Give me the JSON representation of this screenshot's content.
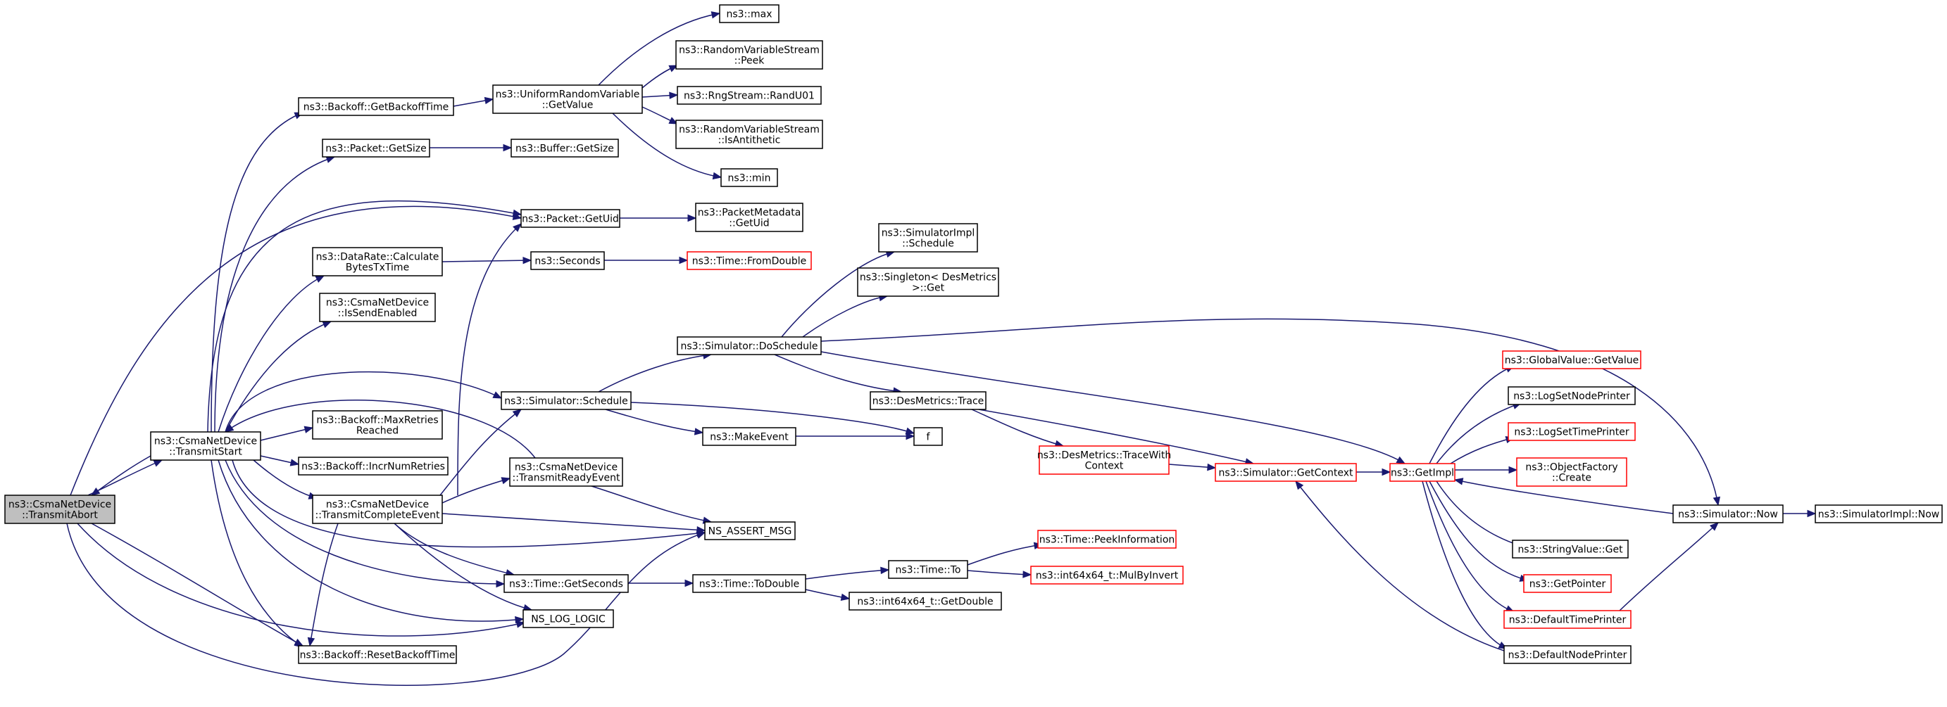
{
  "colors": {
    "edge": "#191970",
    "border_normal": "#000000",
    "border_truncated": "#ff0000",
    "root_fill": "#bfbfbf",
    "node_fill": "#ffffff"
  },
  "nodes": [
    {
      "id": "transmit_abort",
      "lines": [
        "ns3::CsmaNetDevice",
        "::TransmitAbort"
      ],
      "style": "root"
    },
    {
      "id": "transmit_start",
      "lines": [
        "ns3::CsmaNetDevice",
        "::TransmitStart"
      ],
      "style": "normal"
    },
    {
      "id": "get_backoff_time",
      "lines": [
        "ns3::Backoff::GetBackoffTime"
      ],
      "style": "normal"
    },
    {
      "id": "packet_get_size",
      "lines": [
        "ns3::Packet::GetSize"
      ],
      "style": "normal"
    },
    {
      "id": "packet_get_uid",
      "lines": [
        "ns3::Packet::GetUid"
      ],
      "style": "normal"
    },
    {
      "id": "calc_bytes_tx",
      "lines": [
        "ns3::DataRate::Calculate",
        "BytesTxTime"
      ],
      "style": "normal"
    },
    {
      "id": "is_send_enabled",
      "lines": [
        "ns3::CsmaNetDevice",
        "::IsSendEnabled"
      ],
      "style": "normal"
    },
    {
      "id": "sim_schedule",
      "lines": [
        "ns3::Simulator::Schedule"
      ],
      "style": "normal"
    },
    {
      "id": "max_retries",
      "lines": [
        "ns3::Backoff::MaxRetries",
        "Reached"
      ],
      "style": "normal"
    },
    {
      "id": "incr_num_retries",
      "lines": [
        "ns3::Backoff::IncrNumRetries"
      ],
      "style": "normal"
    },
    {
      "id": "transmit_complete",
      "lines": [
        "ns3::CsmaNetDevice",
        "::TransmitCompleteEvent"
      ],
      "style": "normal"
    },
    {
      "id": "transmit_ready",
      "lines": [
        "ns3::CsmaNetDevice",
        "::TransmitReadyEvent"
      ],
      "style": "normal"
    },
    {
      "id": "ns_assert_msg",
      "lines": [
        "NS_ASSERT_MSG"
      ],
      "style": "normal"
    },
    {
      "id": "time_get_seconds",
      "lines": [
        "ns3::Time::GetSeconds"
      ],
      "style": "normal"
    },
    {
      "id": "ns_log_logic",
      "lines": [
        "NS_LOG_LOGIC"
      ],
      "style": "normal"
    },
    {
      "id": "reset_backoff",
      "lines": [
        "ns3::Backoff::ResetBackoffTime"
      ],
      "style": "normal"
    },
    {
      "id": "uniform_get_value",
      "lines": [
        "ns3::UniformRandomVariable",
        "::GetValue"
      ],
      "style": "normal"
    },
    {
      "id": "ns3_max",
      "lines": [
        "ns3::max"
      ],
      "style": "normal"
    },
    {
      "id": "rvs_peek",
      "lines": [
        "ns3::RandomVariableStream",
        "::Peek"
      ],
      "style": "normal"
    },
    {
      "id": "rand_u01",
      "lines": [
        "ns3::RngStream::RandU01"
      ],
      "style": "normal"
    },
    {
      "id": "rvs_is_antithetic",
      "lines": [
        "ns3::RandomVariableStream",
        "::IsAntithetic"
      ],
      "style": "normal"
    },
    {
      "id": "ns3_min",
      "lines": [
        "ns3::min"
      ],
      "style": "normal"
    },
    {
      "id": "buffer_get_size",
      "lines": [
        "ns3::Buffer::GetSize"
      ],
      "style": "normal"
    },
    {
      "id": "metadata_get_uid",
      "lines": [
        "ns3::PacketMetadata",
        "::GetUid"
      ],
      "style": "normal"
    },
    {
      "id": "ns3_seconds",
      "lines": [
        "ns3::Seconds"
      ],
      "style": "normal"
    },
    {
      "id": "time_from_double",
      "lines": [
        "ns3::Time::FromDouble"
      ],
      "style": "truncated"
    },
    {
      "id": "sim_do_schedule",
      "lines": [
        "ns3::Simulator::DoSchedule"
      ],
      "style": "normal"
    },
    {
      "id": "make_event",
      "lines": [
        "ns3::MakeEvent"
      ],
      "style": "normal"
    },
    {
      "id": "time_to_double",
      "lines": [
        "ns3::Time::ToDouble"
      ],
      "style": "normal"
    },
    {
      "id": "simimpl_schedule",
      "lines": [
        "ns3::SimulatorImpl",
        "::Schedule"
      ],
      "style": "normal"
    },
    {
      "id": "singleton_get",
      "lines": [
        "ns3::Singleton< DesMetrics",
        " >::Get"
      ],
      "style": "normal"
    },
    {
      "id": "desmetrics_trace",
      "lines": [
        "ns3::DesMetrics::Trace"
      ],
      "style": "normal"
    },
    {
      "id": "f",
      "lines": [
        "f"
      ],
      "style": "normal"
    },
    {
      "id": "desmetrics_trace_ctx",
      "lines": [
        "ns3::DesMetrics::TraceWith",
        "Context"
      ],
      "style": "truncated"
    },
    {
      "id": "time_to",
      "lines": [
        "ns3::Time::To"
      ],
      "style": "normal"
    },
    {
      "id": "int64_get_double",
      "lines": [
        "ns3::int64x64_t::GetDouble"
      ],
      "style": "normal"
    },
    {
      "id": "time_peek_info",
      "lines": [
        "ns3::Time::PeekInformation"
      ],
      "style": "truncated"
    },
    {
      "id": "mul_by_invert",
      "lines": [
        "ns3::int64x64_t::MulByInvert"
      ],
      "style": "truncated"
    },
    {
      "id": "sim_get_context",
      "lines": [
        "ns3::Simulator::GetContext"
      ],
      "style": "truncated"
    },
    {
      "id": "get_impl",
      "lines": [
        "ns3::GetImpl"
      ],
      "style": "truncated"
    },
    {
      "id": "globalvalue_get_value",
      "lines": [
        "ns3::GlobalValue::GetValue"
      ],
      "style": "truncated"
    },
    {
      "id": "log_set_node_printer",
      "lines": [
        "ns3::LogSetNodePrinter"
      ],
      "style": "normal"
    },
    {
      "id": "log_set_time_printer",
      "lines": [
        "ns3::LogSetTimePrinter"
      ],
      "style": "truncated"
    },
    {
      "id": "objectfactory_create",
      "lines": [
        "ns3::ObjectFactory",
        "::Create"
      ],
      "style": "truncated"
    },
    {
      "id": "stringvalue_get",
      "lines": [
        "ns3::StringValue::Get"
      ],
      "style": "normal"
    },
    {
      "id": "get_pointer",
      "lines": [
        "ns3::GetPointer"
      ],
      "style": "truncated"
    },
    {
      "id": "default_time_printer",
      "lines": [
        "ns3::DefaultTimePrinter"
      ],
      "style": "truncated"
    },
    {
      "id": "default_node_printer",
      "lines": [
        "ns3::DefaultNodePrinter"
      ],
      "style": "normal"
    },
    {
      "id": "sim_now",
      "lines": [
        "ns3::Simulator::Now"
      ],
      "style": "normal"
    },
    {
      "id": "simimpl_now",
      "lines": [
        "ns3::SimulatorImpl::Now"
      ],
      "style": "normal"
    }
  ],
  "edges": [
    {
      "from": "transmit_abort",
      "to": "transmit_start"
    },
    {
      "from": "transmit_abort",
      "to": "packet_get_uid"
    },
    {
      "from": "transmit_abort",
      "to": "reset_backoff"
    },
    {
      "from": "transmit_abort",
      "to": "ns_log_logic"
    },
    {
      "from": "transmit_abort",
      "to": "ns_assert_msg"
    },
    {
      "from": "transmit_start",
      "to": "transmit_abort"
    },
    {
      "from": "transmit_start",
      "to": "get_backoff_time"
    },
    {
      "from": "transmit_start",
      "to": "packet_get_size"
    },
    {
      "from": "transmit_start",
      "to": "packet_get_uid"
    },
    {
      "from": "transmit_start",
      "to": "calc_bytes_tx"
    },
    {
      "from": "transmit_start",
      "to": "is_send_enabled"
    },
    {
      "from": "transmit_start",
      "to": "sim_schedule"
    },
    {
      "from": "transmit_start",
      "to": "max_retries"
    },
    {
      "from": "transmit_start",
      "to": "incr_num_retries"
    },
    {
      "from": "transmit_start",
      "to": "transmit_complete"
    },
    {
      "from": "transmit_start",
      "to": "ns_assert_msg"
    },
    {
      "from": "transmit_start",
      "to": "time_get_seconds"
    },
    {
      "from": "transmit_start",
      "to": "ns_log_logic"
    },
    {
      "from": "transmit_start",
      "to": "reset_backoff"
    },
    {
      "from": "transmit_complete",
      "to": "packet_get_uid"
    },
    {
      "from": "transmit_complete",
      "to": "sim_schedule"
    },
    {
      "from": "transmit_complete",
      "to": "transmit_ready"
    },
    {
      "from": "transmit_complete",
      "to": "ns_assert_msg"
    },
    {
      "from": "transmit_complete",
      "to": "time_get_seconds"
    },
    {
      "from": "transmit_complete",
      "to": "ns_log_logic"
    },
    {
      "from": "transmit_complete",
      "to": "reset_backoff"
    },
    {
      "from": "transmit_ready",
      "to": "transmit_start"
    },
    {
      "from": "transmit_ready",
      "to": "ns_assert_msg"
    },
    {
      "from": "get_backoff_time",
      "to": "uniform_get_value"
    },
    {
      "from": "uniform_get_value",
      "to": "ns3_max"
    },
    {
      "from": "uniform_get_value",
      "to": "rvs_peek"
    },
    {
      "from": "uniform_get_value",
      "to": "rand_u01"
    },
    {
      "from": "uniform_get_value",
      "to": "rvs_is_antithetic"
    },
    {
      "from": "uniform_get_value",
      "to": "ns3_min"
    },
    {
      "from": "packet_get_size",
      "to": "buffer_get_size"
    },
    {
      "from": "packet_get_uid",
      "to": "metadata_get_uid"
    },
    {
      "from": "calc_bytes_tx",
      "to": "ns3_seconds"
    },
    {
      "from": "ns3_seconds",
      "to": "time_from_double"
    },
    {
      "from": "sim_schedule",
      "to": "sim_do_schedule"
    },
    {
      "from": "sim_schedule",
      "to": "make_event"
    },
    {
      "from": "sim_schedule",
      "to": "f"
    },
    {
      "from": "make_event",
      "to": "f"
    },
    {
      "from": "sim_do_schedule",
      "to": "simimpl_schedule"
    },
    {
      "from": "sim_do_schedule",
      "to": "singleton_get"
    },
    {
      "from": "sim_do_schedule",
      "to": "desmetrics_trace"
    },
    {
      "from": "sim_do_schedule",
      "to": "get_impl"
    },
    {
      "from": "sim_do_schedule",
      "to": "sim_now"
    },
    {
      "from": "desmetrics_trace",
      "to": "desmetrics_trace_ctx"
    },
    {
      "from": "desmetrics_trace",
      "to": "sim_get_context"
    },
    {
      "from": "desmetrics_trace_ctx",
      "to": "sim_get_context"
    },
    {
      "from": "sim_get_context",
      "to": "get_impl"
    },
    {
      "from": "time_get_seconds",
      "to": "time_to_double"
    },
    {
      "from": "time_to_double",
      "to": "time_to"
    },
    {
      "from": "time_to_double",
      "to": "int64_get_double"
    },
    {
      "from": "time_to",
      "to": "time_peek_info"
    },
    {
      "from": "time_to",
      "to": "mul_by_invert"
    },
    {
      "from": "get_impl",
      "to": "globalvalue_get_value"
    },
    {
      "from": "get_impl",
      "to": "log_set_node_printer"
    },
    {
      "from": "get_impl",
      "to": "log_set_time_printer"
    },
    {
      "from": "get_impl",
      "to": "objectfactory_create"
    },
    {
      "from": "get_impl",
      "to": "stringvalue_get"
    },
    {
      "from": "get_impl",
      "to": "get_pointer"
    },
    {
      "from": "get_impl",
      "to": "default_time_printer"
    },
    {
      "from": "get_impl",
      "to": "default_node_printer"
    },
    {
      "from": "default_time_printer",
      "to": "sim_now"
    },
    {
      "from": "default_node_printer",
      "to": "sim_get_context"
    },
    {
      "from": "sim_now",
      "to": "get_impl"
    },
    {
      "from": "sim_now",
      "to": "simimpl_now"
    }
  ]
}
